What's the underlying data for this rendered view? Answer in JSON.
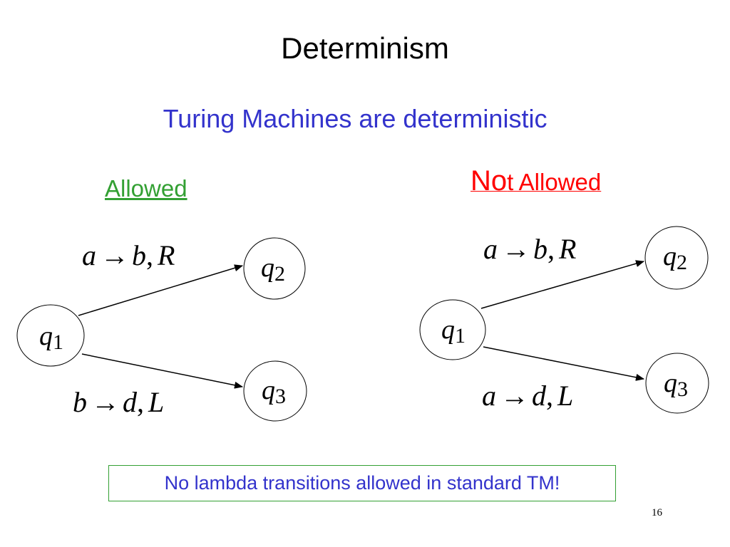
{
  "slide": {
    "title": "Determinism",
    "subtitle": "Turing Machines are deterministic",
    "page_number": "16"
  },
  "allowed": {
    "heading": "Allowed",
    "states": {
      "q1": {
        "base": "q",
        "sub": "1"
      },
      "q2": {
        "base": "q",
        "sub": "2"
      },
      "q3": {
        "base": "q",
        "sub": "3"
      }
    },
    "transitions": [
      {
        "read": "a",
        "arrow": "→",
        "write": "b",
        "comma": ",",
        "move": "R"
      },
      {
        "read": "b",
        "arrow": "→",
        "write": "d",
        "comma": ",",
        "move": "L"
      }
    ]
  },
  "not_allowed": {
    "heading_big": "No",
    "heading_small": "t Allowed",
    "states": {
      "q1": {
        "base": "q",
        "sub": "1"
      },
      "q2": {
        "base": "q",
        "sub": "2"
      },
      "q3": {
        "base": "q",
        "sub": "3"
      }
    },
    "transitions": [
      {
        "read": "a",
        "arrow": "→",
        "write": "b",
        "comma": ",",
        "move": "R"
      },
      {
        "read": "a",
        "arrow": "→",
        "write": "d",
        "comma": ",",
        "move": "L"
      }
    ]
  },
  "note": "No lambda transitions allowed in standard TM!",
  "colors": {
    "title": "#000000",
    "subtitle": "#3333cc",
    "allowed": "#33a033",
    "not_allowed": "#ff0000",
    "note_text": "#3333cc",
    "note_border": "#33a033"
  }
}
